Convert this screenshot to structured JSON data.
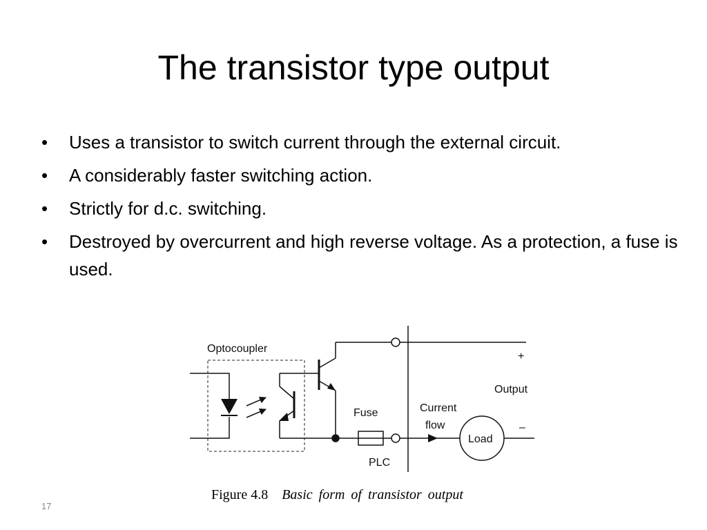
{
  "slide": {
    "title": "The transistor type output",
    "bullets": [
      "Uses a transistor to switch current through the external circuit.",
      "A considerably faster switching action.",
      "Strictly for d.c. switching.",
      "Destroyed by overcurrent and high reverse voltage. As a protection, a fuse is used."
    ],
    "bullet_symbol": "•",
    "page_number": "17"
  },
  "diagram": {
    "labels": {
      "optocoupler": "Optocoupler",
      "plus": "+",
      "output": "Output",
      "current": "Current",
      "flow": "flow",
      "fuse": "Fuse",
      "minus": "–",
      "load": "Load",
      "plc": "PLC"
    },
    "caption": {
      "figure": "Figure  4.8",
      "text": "Basic form of transistor output"
    }
  },
  "colors": {
    "background": "#ffffff",
    "text": "#000000",
    "page_number": "#8a8a8a"
  }
}
